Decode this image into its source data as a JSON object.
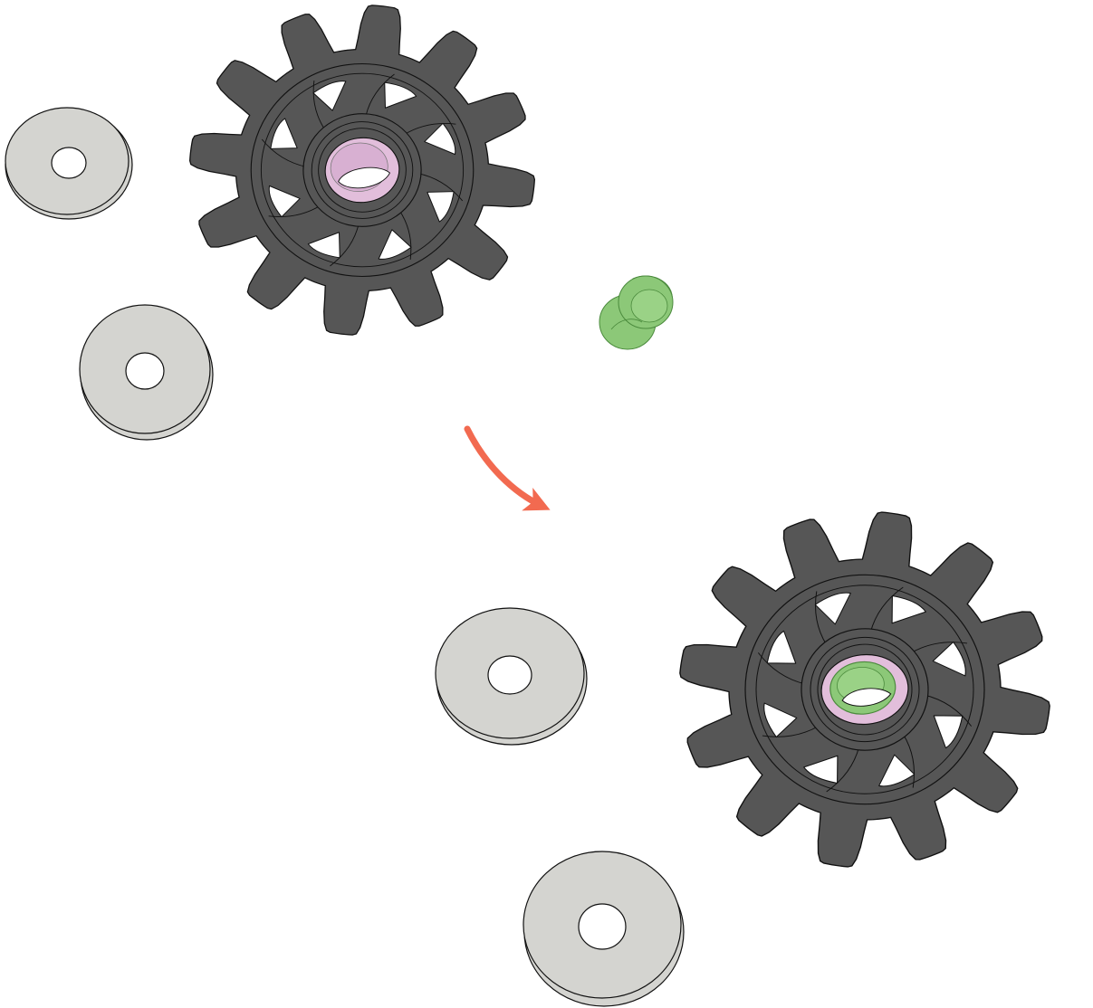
{
  "diagram": {
    "kind": "exploded-assembly",
    "colors": {
      "background": "#ffffff",
      "pulley_body": "#565656",
      "outline": "#111111",
      "washer": "#d4d4d0",
      "bearing_bore": "#e2bedb",
      "bushing": "#8cc878",
      "arrow": "#f26a50"
    },
    "components": [
      {
        "id": "pulley-top",
        "type": "jockey-wheel",
        "teeth": 12,
        "bore": "pink-bearing",
        "state": "before"
      },
      {
        "id": "washer-top-left",
        "type": "washer"
      },
      {
        "id": "washer-mid-left",
        "type": "washer"
      },
      {
        "id": "bushing",
        "type": "green-bushing"
      },
      {
        "id": "pulley-bottom",
        "type": "jockey-wheel",
        "teeth": 12,
        "bore": "pink-bearing-with-green-bushing",
        "state": "after"
      },
      {
        "id": "washer-bottom-mid",
        "type": "washer"
      },
      {
        "id": "washer-bottom",
        "type": "washer"
      }
    ],
    "steps": [
      {
        "from": "pulley-top",
        "to": "pulley-bottom",
        "indicator": "curved-arrow-icon"
      }
    ]
  }
}
